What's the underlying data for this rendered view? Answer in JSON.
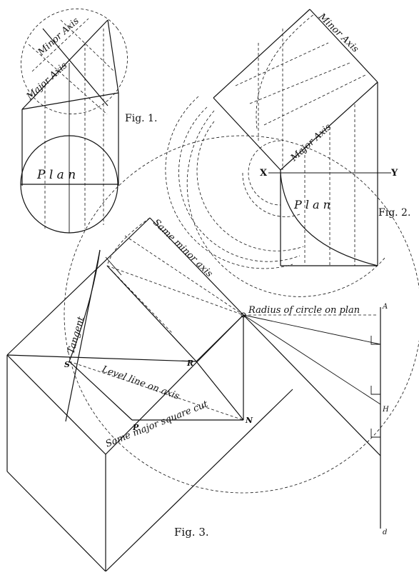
{
  "fig1": {
    "caption": "Fig. 1.",
    "minor_axis": "Minor  Axis",
    "major_axis": "Major  Axis",
    "plan": "P l a n"
  },
  "fig2": {
    "caption": "Fig. 2.",
    "minor_axis": "Minor  Axis",
    "major_axis": "Major  Axis",
    "plan": "P  l  a  n",
    "x_label": "X",
    "y_label": "Y"
  },
  "fig3": {
    "caption": "Fig. 3.",
    "same_minor_axis": "Same  minor  axis",
    "radius_label": "Radius  of  circle  on  plan",
    "tangent": "Tangent",
    "level_line": "Level  line  on  axis",
    "same_major": "Same  major  square  cut",
    "points": {
      "S": "S",
      "R": "R",
      "N": "N",
      "P": "P",
      "A": "A",
      "H": "H",
      "d": "d"
    }
  }
}
